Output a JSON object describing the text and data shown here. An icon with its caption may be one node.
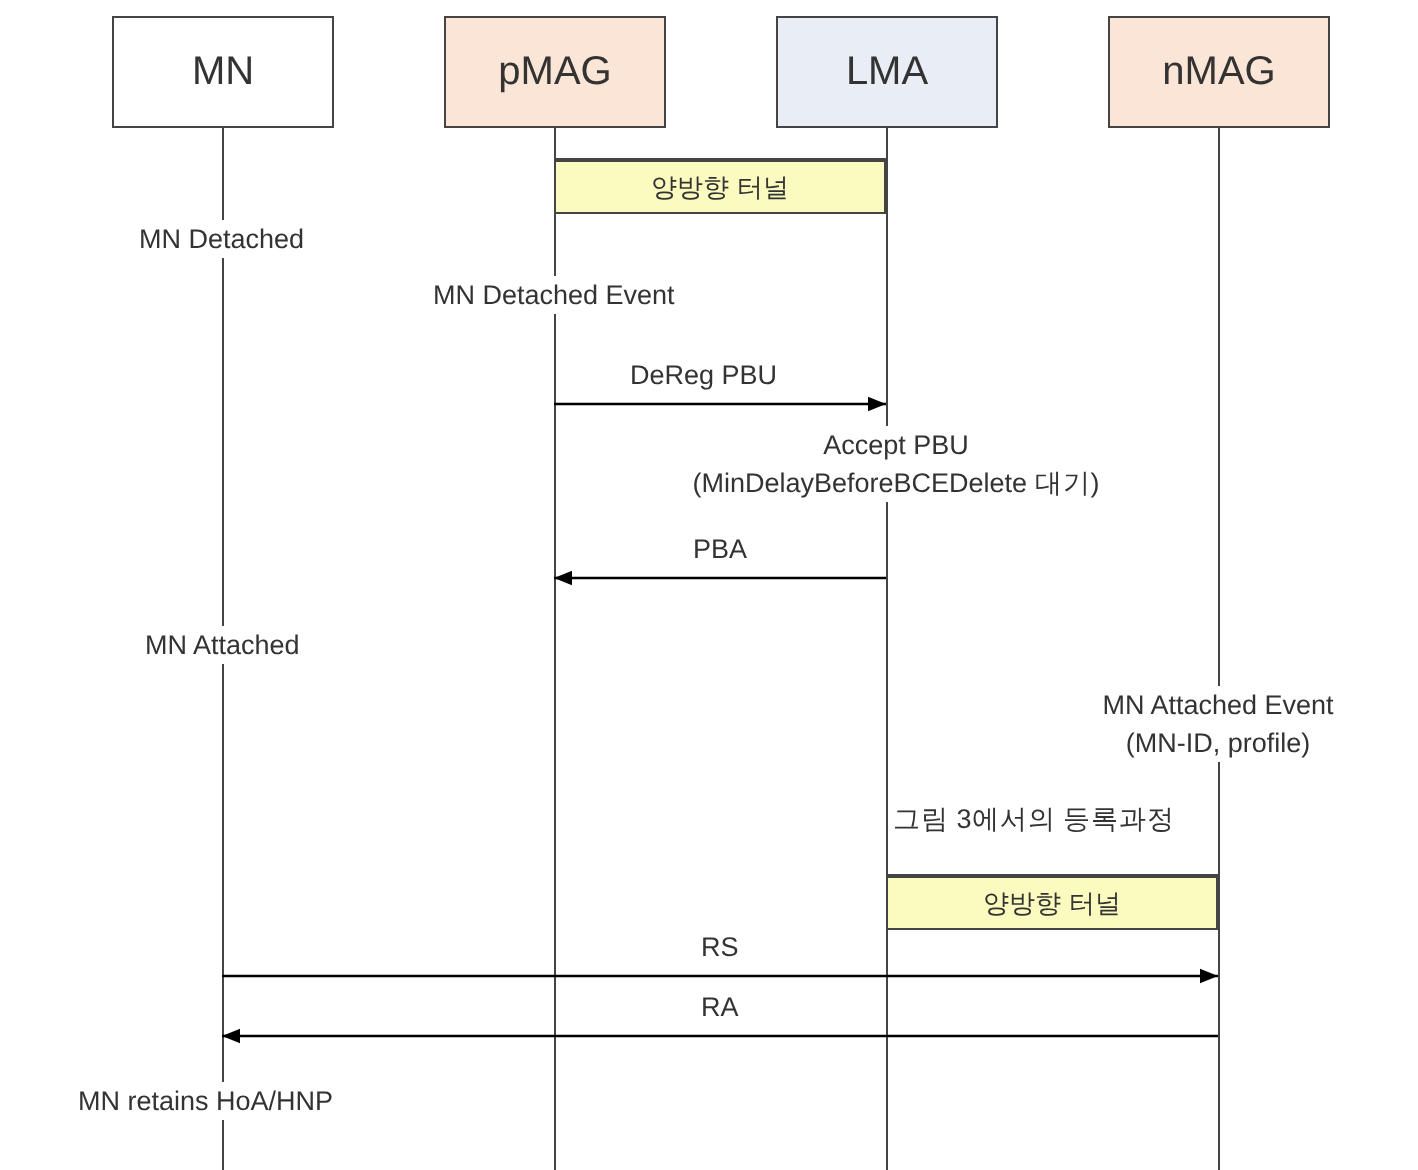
{
  "diagram": {
    "nodes": [
      {
        "text": [
          "MN"
        ]
      },
      {
        "text": [
          "pMAG"
        ]
      },
      {
        "text": [
          "LMA"
        ]
      },
      {
        "text": [
          "nMAG"
        ]
      },
      {
        "text": [
          "양방향 터널"
        ]
      },
      {
        "text": [
          "양방향 터널"
        ]
      }
    ],
    "edges": [
      {
        "from": 1,
        "to": 2,
        "arrow": "to",
        "label": "DeReg PBU"
      },
      {
        "from": 2,
        "to": 1,
        "arrow": "to",
        "label": "PBA"
      },
      {
        "from": 0,
        "to": 3,
        "arrow": "to",
        "label": "RS"
      },
      {
        "from": 3,
        "to": 0,
        "arrow": "to",
        "label": "RA"
      }
    ],
    "labels": [
      "MN Detached",
      "MN Detached Event",
      "Accept PBU (MinDelayBeforeBCEDelete 대기)",
      "MN Attached",
      "MN Attached Event (MN-ID, profile)",
      "그림 3에서의 등록과정",
      "MN retains HoA/HNP"
    ]
  }
}
